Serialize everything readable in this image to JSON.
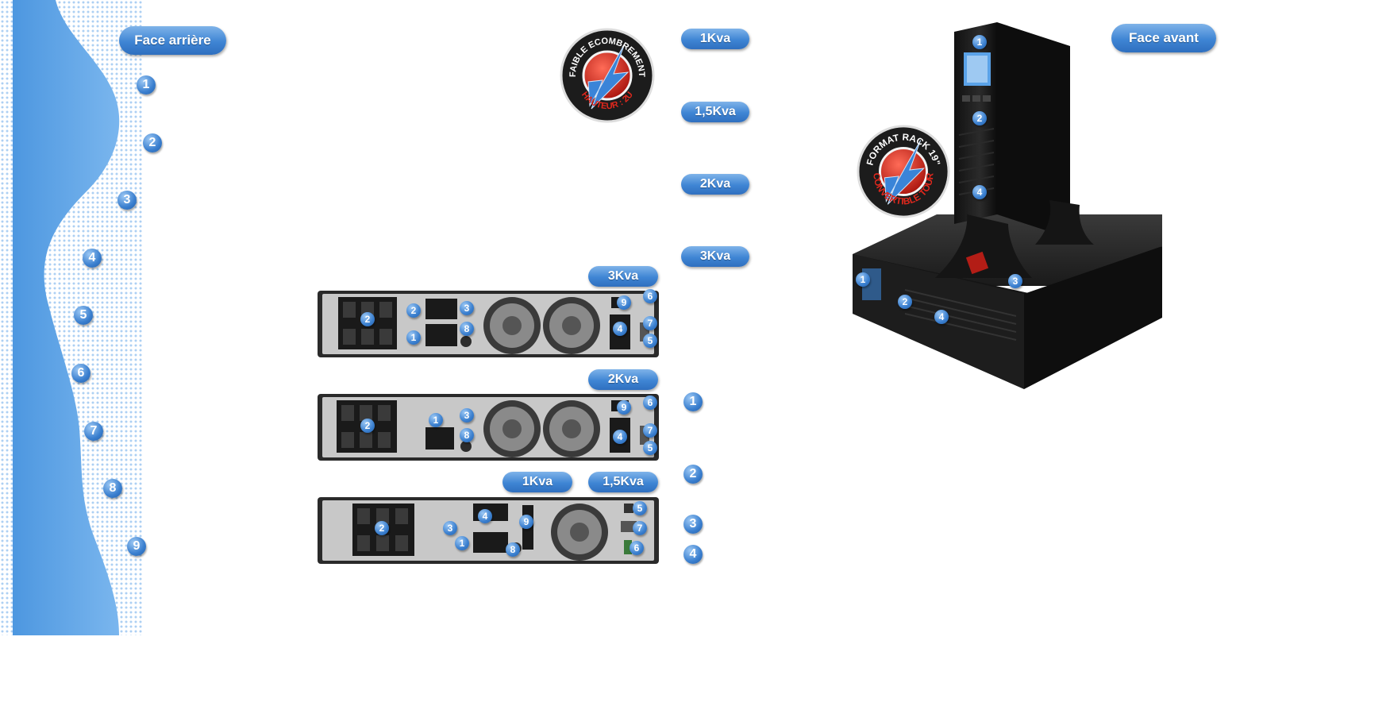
{
  "header": {
    "rear_label": "Face arrière",
    "front_label": "Face avant"
  },
  "left_list": [
    "1",
    "2",
    "3",
    "4",
    "5",
    "6",
    "7",
    "8",
    "9"
  ],
  "right_list": [
    "1",
    "2",
    "3",
    "4"
  ],
  "models": [
    "1Kva",
    "1,5Kva",
    "2Kva",
    "3Kva"
  ],
  "seals": {
    "low_profile": {
      "top_text": "FAIBLE ECOMBREMENT",
      "bottom_text": "HAUTEUR : 2U"
    },
    "rack": {
      "top_text": "FORMAT RACK 19\"",
      "bottom_text": "CONVERTIBLE TOUR"
    }
  },
  "rear_units": {
    "u3kva": {
      "label": "3Kva",
      "markers": [
        "2",
        "2",
        "1",
        "3",
        "8",
        "4",
        "9",
        "6",
        "7",
        "5"
      ]
    },
    "u2kva": {
      "label": "2Kva",
      "markers": [
        "2",
        "1",
        "3",
        "8",
        "4",
        "9",
        "6",
        "7",
        "5"
      ]
    },
    "u1kva": {
      "labels": [
        "1Kva",
        "1,5Kva"
      ],
      "markers": [
        "2",
        "4",
        "3",
        "1",
        "8",
        "9",
        "5",
        "7",
        "6"
      ]
    }
  },
  "front_markers": [
    "1",
    "2",
    "4",
    "3",
    "1",
    "2",
    "4"
  ],
  "colors": {
    "accent_blue": "#3f85d4",
    "light_blue": "#5ea3e6",
    "seal_red": "#d9261c",
    "unit_dark": "#1e1e1e"
  }
}
